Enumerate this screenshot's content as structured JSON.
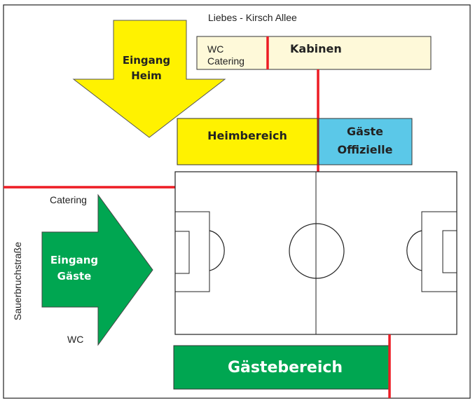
{
  "streets": {
    "top": "Liebes - Kirsch Allee",
    "left": "Sauerbruchstraße"
  },
  "buildings": {
    "kabinen_side_line1": "WC",
    "kabinen_side_line2": "Catering",
    "kabinen": "Kabinen"
  },
  "areas": {
    "heimbereich": "Heimbereich",
    "gaeste_offizielle_line1": "Gäste",
    "gaeste_offizielle_line2": "Offizielle",
    "gaestebereich": "Gästebereich"
  },
  "entrances": {
    "heim_line1": "Eingang",
    "heim_line2": "Heim",
    "gaeste_line1": "Eingang",
    "gaeste_line2": "Gäste"
  },
  "facilities": {
    "catering": "Catering",
    "wc": "WC"
  },
  "colors": {
    "yellow": "#fff200",
    "green": "#00a651",
    "blue": "#5bc8e8",
    "cream": "#fef9d9",
    "red": "#ed1c24"
  }
}
